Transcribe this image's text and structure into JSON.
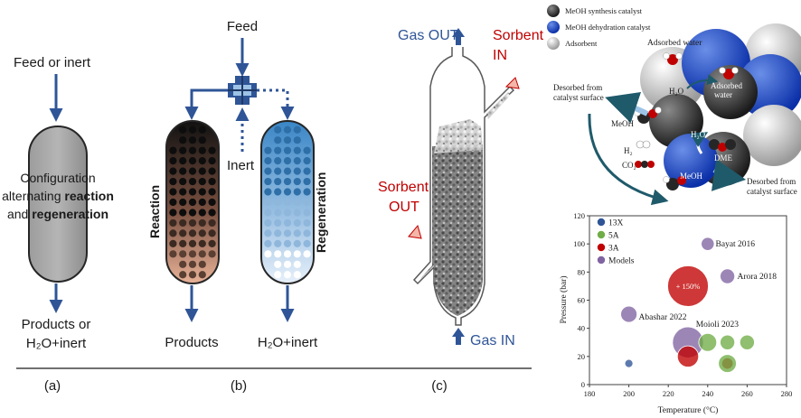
{
  "colors": {
    "arrow_blue": "#2f5597",
    "label_red": "#c00000",
    "gas_blue": "#2f5597",
    "reactor_grey": "#a6a6a6",
    "regen_blue": "#5b9bd5",
    "reaction_copper": "#d99a7a",
    "legend_13x": "#2f5597",
    "legend_5a": "#70ad47",
    "legend_3a": "#c00000",
    "legend_models": "#8064a2"
  },
  "panel_a": {
    "feed_label": "Feed or inert",
    "config_line1": "Configuration",
    "config_line2_prefix": "alternating ",
    "config_line2_bold": "reaction",
    "config_line3_prefix": "and ",
    "config_line3_bold": "regeneration",
    "products_line1": "Products or",
    "products_line2": "H₂O+inert",
    "caption": "(a)"
  },
  "panel_b": {
    "feed_label": "Feed",
    "inert_label": "Inert",
    "reaction_label": "Reaction",
    "regeneration_label": "Regeneration",
    "products_label": "Products",
    "h2o_label": "H₂O+inert",
    "caption": "(b)"
  },
  "panel_c": {
    "gas_out": "Gas OUT",
    "sorbent_in_line1": "Sorbent",
    "sorbent_in_line2": "IN",
    "sorbent_out_line1": "Sorbent",
    "sorbent_out_line2": "OUT",
    "gas_in": "Gas IN",
    "caption": "(c)"
  },
  "mechanism": {
    "legend": [
      {
        "label": "MeOH synthesis catalyst",
        "icon": "dark-grey-sphere"
      },
      {
        "label": "MeOH dehydration catalyst",
        "icon": "blue-sphere"
      },
      {
        "label": "Adsorbent",
        "icon": "light-grey-sphere"
      }
    ],
    "adsorbed_water_top": "Adsorbed water",
    "adsorbed_water_line1": "Adsorbed",
    "adsorbed_water_line2": "water",
    "desorbed_left_line1": "Desorbed from",
    "desorbed_left_line2": "catalyst surface",
    "desorbed_right_line1": "Desorbed from",
    "desorbed_right_line2": "catalyst surface",
    "h2o_a": "H₂O",
    "h2o_b": "H₂O",
    "meoh_a": "MeOH",
    "meoh_b": "MeOH",
    "h2": "H₂",
    "co2": "CO₂",
    "dme": "DME"
  },
  "chart_data": {
    "type": "scatter",
    "xlabel": "Temperature (°C)",
    "ylabel": "Pressure (bar)",
    "xlim": [
      180,
      280
    ],
    "ylim": [
      0,
      120
    ],
    "xticks": [
      180,
      200,
      220,
      240,
      260,
      280
    ],
    "yticks": [
      0,
      20,
      40,
      60,
      80,
      100,
      120
    ],
    "legend_placement": "top-left",
    "series": [
      {
        "name": "13X",
        "color": "#2f5597",
        "points": [
          {
            "x": 200,
            "y": 15,
            "size": 1
          }
        ]
      },
      {
        "name": "5A",
        "color": "#70ad47",
        "points": [
          {
            "x": 240,
            "y": 30,
            "size": 2.2
          },
          {
            "x": 250,
            "y": 30,
            "size": 1.8
          },
          {
            "x": 260,
            "y": 30,
            "size": 1.8
          },
          {
            "x": 250,
            "y": 15,
            "size": 2.2
          }
        ]
      },
      {
        "name": "3A",
        "color": "#c00000",
        "points": [
          {
            "x": 230,
            "y": 70,
            "size": 5
          },
          {
            "x": 230,
            "y": 20,
            "size": 2.6
          },
          {
            "x": 250,
            "y": 15,
            "size": 1.4
          }
        ]
      },
      {
        "name": "Models",
        "color": "#8064a2",
        "points": [
          {
            "x": 240,
            "y": 100,
            "size": 1.6
          },
          {
            "x": 250,
            "y": 77,
            "size": 1.8
          },
          {
            "x": 200,
            "y": 50,
            "size": 2
          },
          {
            "x": 230,
            "y": 30,
            "size": 3.8
          }
        ]
      }
    ],
    "annotations": [
      {
        "text": "Bayat 2016",
        "x": 244,
        "y": 100
      },
      {
        "text": "Arora 2018",
        "x": 255,
        "y": 77
      },
      {
        "text": "Abashar 2022",
        "x": 205,
        "y": 48
      },
      {
        "text": "Moioli 2023",
        "x": 234,
        "y": 43
      },
      {
        "text": "+ 150%",
        "x": 230,
        "y": 70
      }
    ]
  }
}
